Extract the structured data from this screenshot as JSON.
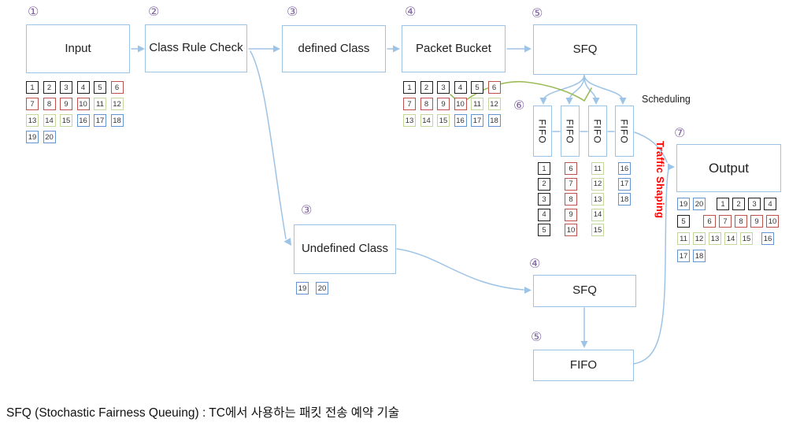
{
  "caption": "SFQ (Stochastic Fairness Queuing) : TC에서 사용하는 패킷 전송 예약 기술",
  "colors": {
    "line_blue": "#9dc3e6",
    "step_purple": "#8064a2",
    "flow_black": "#1f1f1f",
    "flow_red": "#c0504d",
    "flow_green": "#c3d69b",
    "flow_blue": "#6495d3",
    "traffic_red": "#ff0000",
    "hash_green": "#9bbb59"
  },
  "steps": {
    "s1": "①",
    "s2": "②",
    "s3": "③",
    "s4": "④",
    "s5": "⑤",
    "s6": "⑥",
    "s7": "⑦",
    "s3b": "③",
    "s4b": "④",
    "s5b": "⑤"
  },
  "nodes": {
    "input": {
      "label": "Input"
    },
    "class_rule_check": {
      "label": "Class Rule Check"
    },
    "defined_class": {
      "label": "defined Class"
    },
    "packet_bucket": {
      "label": "Packet Bucket"
    },
    "sfq_top": {
      "label": "SFQ"
    },
    "fifo_group": {
      "labels": [
        "FIFO",
        "FIFO",
        "FIFO",
        "FIFO"
      ]
    },
    "output": {
      "label": "Output"
    },
    "undefined_class": {
      "label": "Undefined Class"
    },
    "sfq_bottom": {
      "label": "SFQ"
    },
    "fifo_bottom": {
      "label": "FIFO"
    }
  },
  "labels": {
    "scheduling": "Scheduling",
    "traffic_shaping": "Traffic Shaping"
  },
  "packet_color_rule": {
    "1-5": "black",
    "6-10": "red",
    "11-15": "green",
    "16-20": "blue"
  },
  "packets": {
    "input_rows": [
      [
        1,
        2,
        3,
        4,
        5,
        6
      ],
      [
        7,
        8,
        9,
        10,
        11,
        12
      ],
      [
        13,
        14,
        15,
        16,
        17,
        18
      ],
      [
        19,
        20
      ]
    ],
    "bucket_rows": [
      [
        1,
        2,
        3,
        4,
        5,
        6
      ],
      [
        7,
        8,
        9,
        10,
        11,
        12
      ],
      [
        13,
        14,
        15,
        16,
        17,
        18
      ]
    ],
    "undefined_rows": [
      [
        19,
        20
      ]
    ],
    "fifo_columns": [
      [
        1,
        2,
        3,
        4,
        5
      ],
      [
        6,
        7,
        8,
        9,
        10
      ],
      [
        11,
        12,
        13,
        14,
        15
      ],
      [
        16,
        17,
        18
      ]
    ],
    "output_rows": [
      [
        {
          "n": 19
        },
        {
          "n": 20
        },
        {
          "n": 1,
          "gap": 10
        },
        {
          "n": 2
        },
        {
          "n": 3
        },
        {
          "n": 4
        }
      ],
      [
        {
          "n": 5
        },
        {
          "n": 6,
          "gap": 13
        },
        {
          "n": 7
        },
        {
          "n": 8
        },
        {
          "n": 9
        },
        {
          "n": 10
        }
      ],
      [
        {
          "n": 11
        },
        {
          "n": 12
        },
        {
          "n": 13
        },
        {
          "n": 14
        },
        {
          "n": 15
        },
        {
          "n": 16,
          "gap": 7
        }
      ],
      [
        {
          "n": 17
        },
        {
          "n": 18
        }
      ]
    ]
  }
}
